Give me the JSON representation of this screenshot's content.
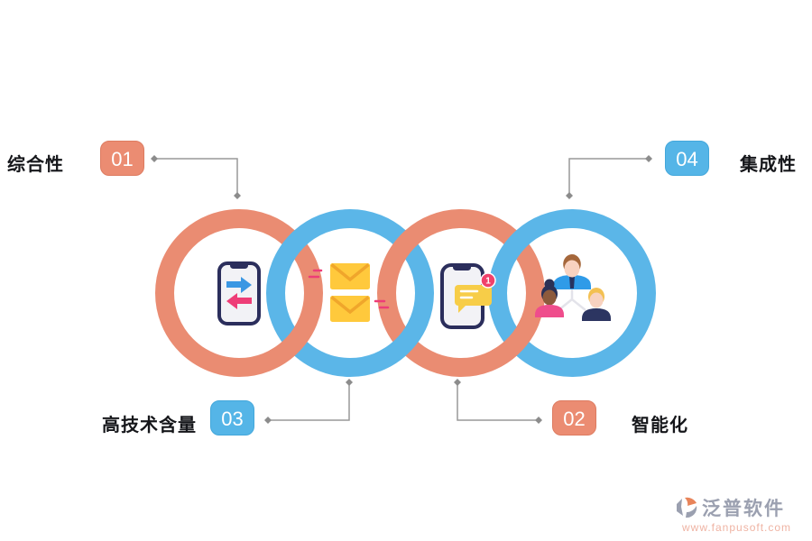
{
  "corner_labels": [
    {
      "number": "01",
      "label": "综合性",
      "position": "top-left",
      "badge_color": "#EB8C72"
    },
    {
      "number": "04",
      "label": "集成性",
      "position": "top-right",
      "badge_color": "#55B5E7"
    },
    {
      "number": "03",
      "label": "高技术含量",
      "position": "bottom-left",
      "badge_color": "#55B5E7"
    },
    {
      "number": "02",
      "label": "智能化",
      "position": "bottom-right",
      "badge_color": "#EB8C72"
    }
  ],
  "rings": [
    {
      "index": 1,
      "color": "#EA8C72",
      "icon": "phone-transfer-icon",
      "linked_number": "01"
    },
    {
      "index": 2,
      "color": "#5BB6E8",
      "icon": "mail-icon",
      "linked_number": "03"
    },
    {
      "index": 3,
      "color": "#EA8C72",
      "icon": "phone-message-icon",
      "linked_number": "02"
    },
    {
      "index": 4,
      "color": "#5BB6E8",
      "icon": "team-icon",
      "linked_number": "04"
    }
  ],
  "phone_notification_count": "1",
  "colors": {
    "coral": "#EA8C72",
    "blue": "#5BB6E8",
    "connector_gray": "#999999",
    "envelope_yellow": "#FFC93C",
    "envelope_fold": "#F0A62B",
    "bubble_yellow": "#F7CD48",
    "notification_red": "#F0416B",
    "phone_navy": "#2B2E5C"
  },
  "watermark": {
    "brand": "泛普软件",
    "url": "www.fanpusoft.com"
  }
}
